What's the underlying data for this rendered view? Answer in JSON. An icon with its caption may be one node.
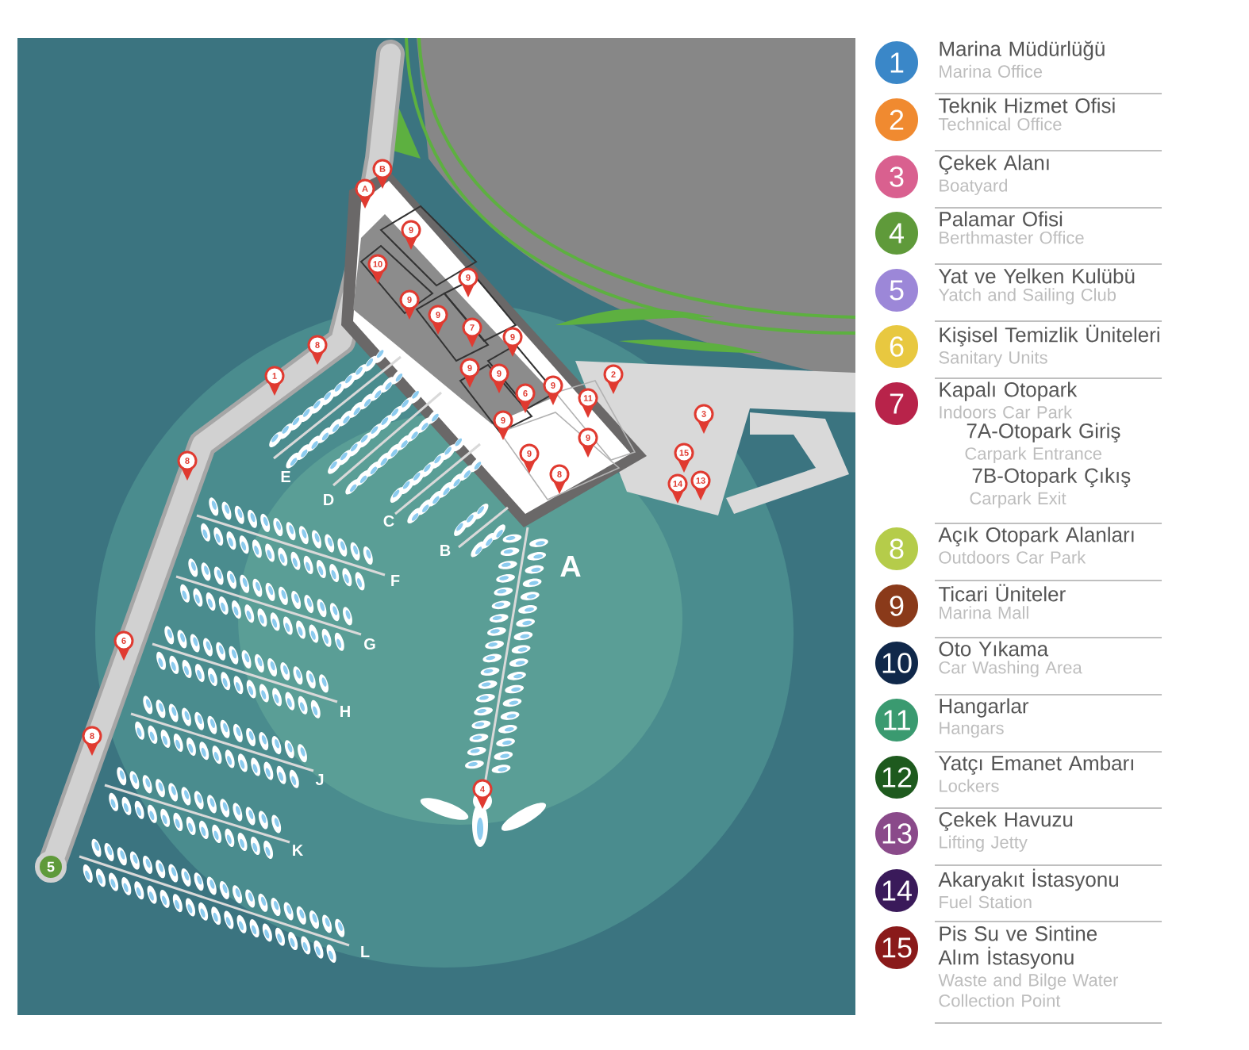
{
  "diagram": {
    "nodes": [
      {
        "text": [
          "B"
        ]
      },
      {
        "text": [
          "A"
        ]
      },
      {
        "text": [
          "9"
        ]
      },
      {
        "text": [
          "10"
        ]
      },
      {
        "text": [
          "9"
        ]
      },
      {
        "text": [
          "9"
        ]
      },
      {
        "text": [
          "9"
        ]
      },
      {
        "text": [
          "7"
        ]
      },
      {
        "text": [
          "9"
        ]
      },
      {
        "text": [
          "8"
        ]
      },
      {
        "text": [
          "2"
        ]
      },
      {
        "text": [
          "9"
        ]
      },
      {
        "text": [
          "9"
        ]
      },
      {
        "text": [
          "1"
        ]
      },
      {
        "text": [
          "9"
        ]
      },
      {
        "text": [
          "6"
        ]
      },
      {
        "text": [
          "11"
        ]
      },
      {
        "text": [
          "3"
        ]
      },
      {
        "text": [
          "9"
        ]
      },
      {
        "text": [
          "9"
        ]
      },
      {
        "text": [
          "15"
        ]
      },
      {
        "text": [
          "9"
        ]
      },
      {
        "text": [
          "8"
        ]
      },
      {
        "text": [
          "8"
        ]
      },
      {
        "text": [
          "13"
        ]
      },
      {
        "text": [
          "14"
        ]
      },
      {
        "text": [
          "6"
        ]
      },
      {
        "text": [
          "8"
        ]
      },
      {
        "text": [
          "4"
        ]
      },
      {
        "text": [
          "5"
        ]
      },
      {
        "text": [
          "1"
        ],
        "beside": [
          "Marina Müdürlüğü",
          "Marina Office"
        ]
      },
      {
        "text": [
          "2"
        ],
        "beside": [
          "Teknik Hizmet Ofisi",
          "Technical Office"
        ]
      },
      {
        "text": [
          "3"
        ],
        "beside": [
          "Çekek Alanı",
          "Boatyard"
        ]
      },
      {
        "text": [
          "4"
        ],
        "beside": [
          "Palamar Ofisi",
          "Berthmaster Office"
        ]
      },
      {
        "text": [
          "5"
        ],
        "beside": [
          "Yat ve Yelken Kulübü",
          "Yatch and Sailing Club"
        ]
      },
      {
        "text": [
          "6"
        ],
        "beside": [
          "Kişisel Temizlik Üniteleri",
          "Sanitary Units"
        ]
      },
      {
        "text": [
          "7"
        ],
        "beside": [
          "Kapalı Otopark",
          "Indoors Car Park",
          "7A-Otopark Giriş",
          "Carpark Entrance",
          "7B-Otopark Çıkış",
          "Carpark Exit"
        ]
      },
      {
        "text": [
          "8"
        ],
        "beside": [
          "Açık Otopark Alanları",
          "Outdoors Car Park"
        ]
      },
      {
        "text": [
          "9"
        ],
        "beside": [
          "Ticari Üniteler",
          "Marina Mall"
        ]
      },
      {
        "text": [
          "10"
        ],
        "beside": [
          "Oto Yıkama",
          "Car Washing Area"
        ]
      },
      {
        "text": [
          "11"
        ],
        "beside": [
          "Hangarlar",
          "Hangars"
        ]
      },
      {
        "text": [
          "12"
        ],
        "beside": [
          "Yatçı Emanet Ambarı",
          "Lockers"
        ]
      },
      {
        "text": [
          "13"
        ],
        "beside": [
          "Çekek Havuzu",
          "Lifting Jetty"
        ]
      },
      {
        "text": [
          "14"
        ],
        "beside": [
          "Akaryakıt İstasyonu",
          "Fuel Station"
        ]
      },
      {
        "text": [
          "15"
        ],
        "beside": [
          "Pis Su ve Sintine Alım İstasyonu",
          "Waste and Bilge Water Collection Point"
        ]
      }
    ],
    "labels": [
      "E",
      "D",
      "C",
      "B",
      "A",
      "F",
      "G",
      "H",
      "J",
      "K",
      "L"
    ]
  }
}
